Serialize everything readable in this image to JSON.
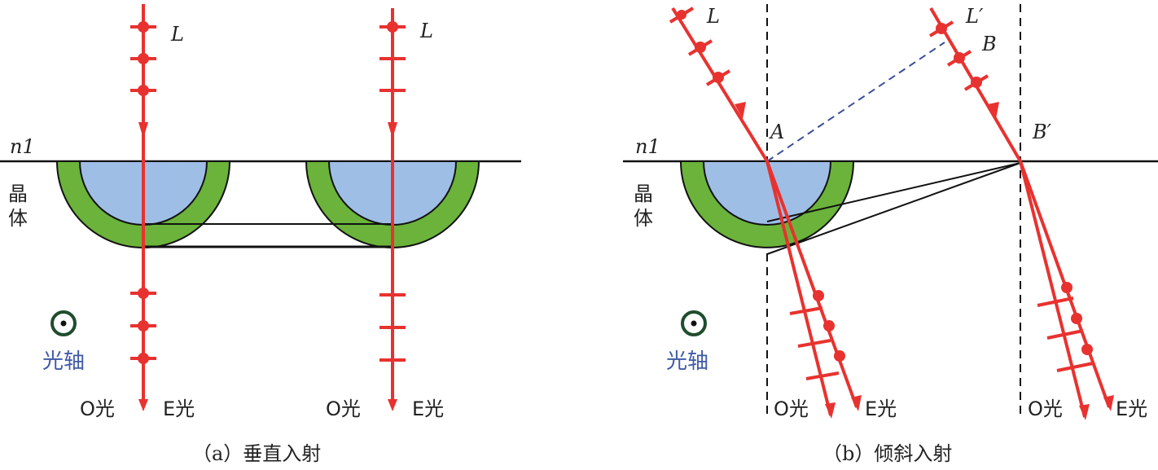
{
  "colors": {
    "ray": "#e8322f",
    "crystal_outer": "#6bb33a",
    "crystal_inner": "#9fbee6",
    "line": "#111111",
    "dashed_blue": "#3b4f9a",
    "axis_label": "#3f5aa6",
    "axis_symbol": "#1f4d2e"
  },
  "panel_a": {
    "caption": "（a）垂直入射",
    "medium_label": "n1",
    "crystal_label_1": "晶",
    "crystal_label_2": "体",
    "axis_label": "光轴",
    "ray_left_label": "L",
    "ray_right_label": "L",
    "o_left": "O光",
    "e_left": "E光",
    "o_right": "O光",
    "e_right": "E光"
  },
  "panel_b": {
    "caption": "（b）倾斜入射",
    "medium_label": "n1",
    "crystal_label_1": "晶",
    "crystal_label_2": "体",
    "axis_label": "光轴",
    "ray_left_label": "L",
    "ray_right_label": "L′",
    "point_a": "A",
    "point_b": "B",
    "point_b_prime": "B′",
    "o_left": "O光",
    "e_left": "E光",
    "o_right": "O光",
    "e_right": "E光"
  }
}
